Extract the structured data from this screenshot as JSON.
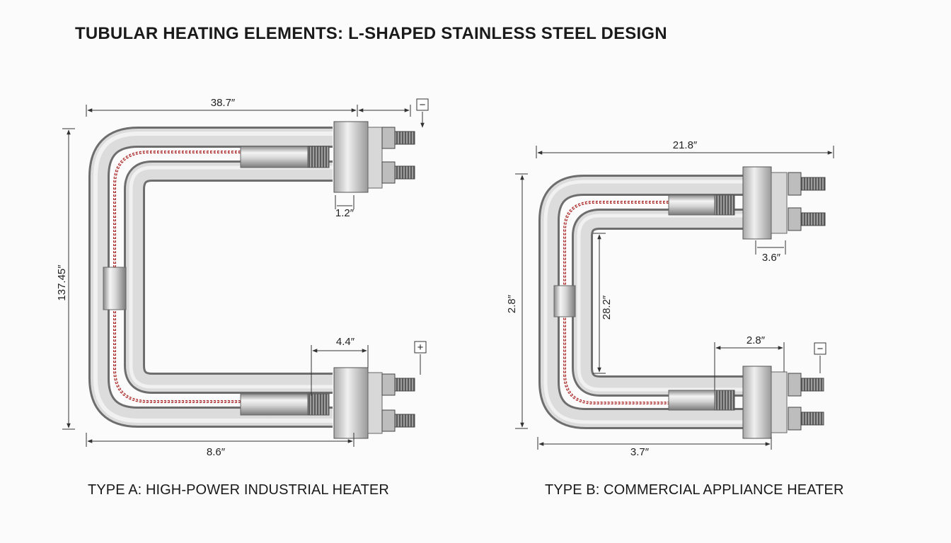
{
  "title": "TUBULAR HEATING ELEMENTS: L-SHAPED STAINLESS STEEL DESIGN",
  "heater_a": {
    "caption": "TYPE A: HIGH-POWER INDUSTRIAL HEATER",
    "dim_top_length": "38.7″",
    "dim_flange_thickness": "1.2″",
    "dim_height": "137.45″",
    "dim_leg_length": "4.4″",
    "dim_bottom_length": "8.6″",
    "terminal_top_symbol": "−",
    "terminal_bottom_symbol": "+"
  },
  "heater_b": {
    "caption": "TYPE B: COMMERCIAL APPLIANCE HEATER",
    "dim_top_length": "21.8″",
    "dim_flange_thickness": "3.6″",
    "dim_height": "2.8″",
    "dim_inner_height": "28.2″",
    "dim_leg_length": "2.8″",
    "dim_bottom_length": "3.7″",
    "terminal_bottom_symbol": "−"
  },
  "colors": {
    "tube_light": "#f2f2f2",
    "tube_mid": "#c4c4c4",
    "tube_dark": "#7d7d7d",
    "coil": "#b03030",
    "dimension_line": "#333333"
  }
}
